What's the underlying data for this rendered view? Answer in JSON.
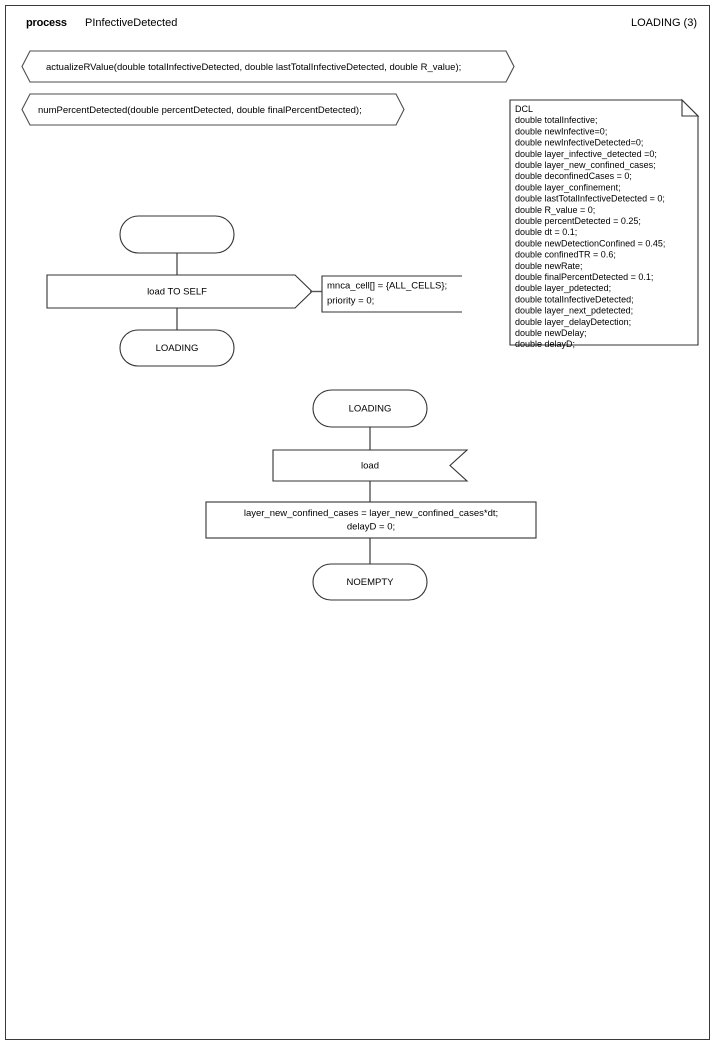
{
  "header": {
    "kind": "process",
    "name": "PInfectiveDetected",
    "state_ref": "LOADING (3)"
  },
  "procedures": [
    {
      "id": "actualizeRValue",
      "label": "actualizeRValue(double totalInfectiveDetected, double lastTotalInfectiveDetected, double R_value);"
    },
    {
      "id": "numPercentDetected",
      "label": "numPercentDetected(double percentDetected, double finalPercentDetected);"
    }
  ],
  "declaration": {
    "title": "DCL",
    "lines": [
      "double totalInfective;",
      "double newInfective=0;",
      "double newInfectiveDetected=0;",
      "double layer_infective_detected =0;",
      "double layer_new_confined_cases;",
      "double deconfinedCases = 0;",
      "double layer_confinement;",
      "double lastTotalInfectiveDetected = 0;",
      "double R_value = 0;",
      "double percentDetected = 0.25;",
      "double dt = 0.1;",
      "double newDetectionConfined = 0.45;",
      "double confinedTR = 0.6;",
      "double newRate;",
      "double finalPercentDetected = 0.1;",
      "double layer_pdetected;",
      "double totalInfectiveDetected;",
      "double layer_next_pdetected;",
      "double layer_delayDetection;",
      "double newDelay;",
      "double delayD;"
    ]
  },
  "flow_a": {
    "start_state": "",
    "output": "load TO SELF",
    "comment_lines": [
      "mnca_cell[] = {ALL_CELLS};",
      "priority = 0;"
    ],
    "next_state": "LOADING"
  },
  "flow_b": {
    "start_state": "LOADING",
    "input": "load",
    "task_lines": [
      "layer_new_confined_cases = layer_new_confined_cases*dt;",
      "delayD = 0;"
    ],
    "next_state": "NOEMPTY"
  },
  "colors": {
    "page_border": "#3a3a3a",
    "shape_stroke": "#4d4d4d",
    "connector": "#555555",
    "text": "#000000",
    "background": "#ffffff"
  }
}
